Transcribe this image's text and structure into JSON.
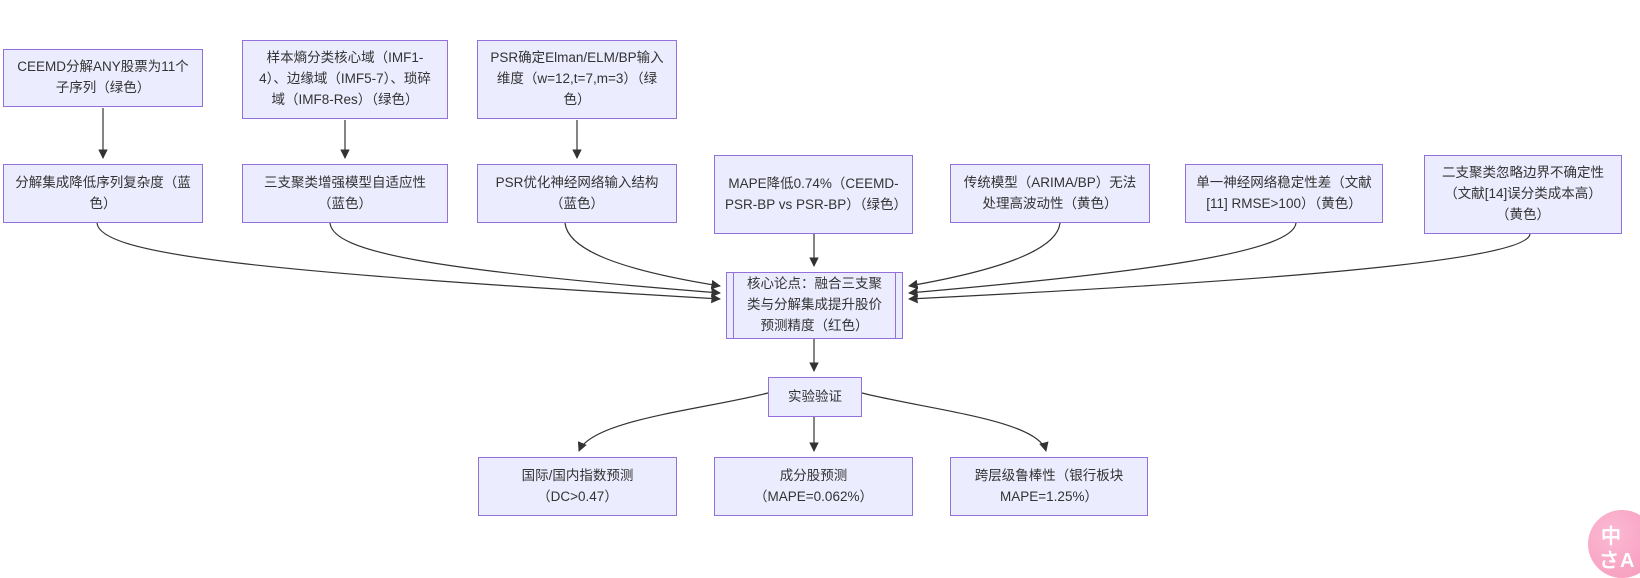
{
  "diagram_type": "flowchart",
  "colors": {
    "node_fill": "#ECECFF",
    "node_border": "#9370DB",
    "edge": "#333333",
    "text": "#333333",
    "background": "#ffffff",
    "float_button_pink": "#F8A5C4"
  },
  "nodes": {
    "m1": "CEEMD分解ANY股票为11个子序列（绿色）",
    "m2": "样本熵分类核心域（IMF1-4）、边缘域（IMF5-7）、琐碎域（IMF8-Res）（绿色）",
    "m3": "PSR确定Elman/ELM/BP输入维度（w=12,t=7,m=3）（绿色）",
    "a1": "分解集成降低序列复杂度（蓝色）",
    "a2": "三支聚类增强模型自适应性（蓝色）",
    "a3": "PSR优化神经网络输入结构（蓝色）",
    "e1": "MAPE降低0.74%（CEEMD-PSR-BP vs PSR-BP）（绿色）",
    "p1": "传统模型（ARIMA/BP）无法处理高波动性（黄色）",
    "p2": "单一神经网络稳定性差（文献[11] RMSE>100）（黄色）",
    "p3": "二支聚类忽略边界不确定性（文献[14]误分类成本高）（黄色）",
    "core": "核心论点：融合三支聚类与分解集成提升股价预测精度（红色）",
    "experiment": "实验验证",
    "r1": "国际/国内指数预测（DC>0.47）",
    "r2": "成分股预测（MAPE=0.062%）",
    "r3": "跨层级鲁棒性（银行板块MAPE=1.25%）"
  },
  "float_button": {
    "glyph_row1": "中",
    "glyph_row2": "さA"
  }
}
